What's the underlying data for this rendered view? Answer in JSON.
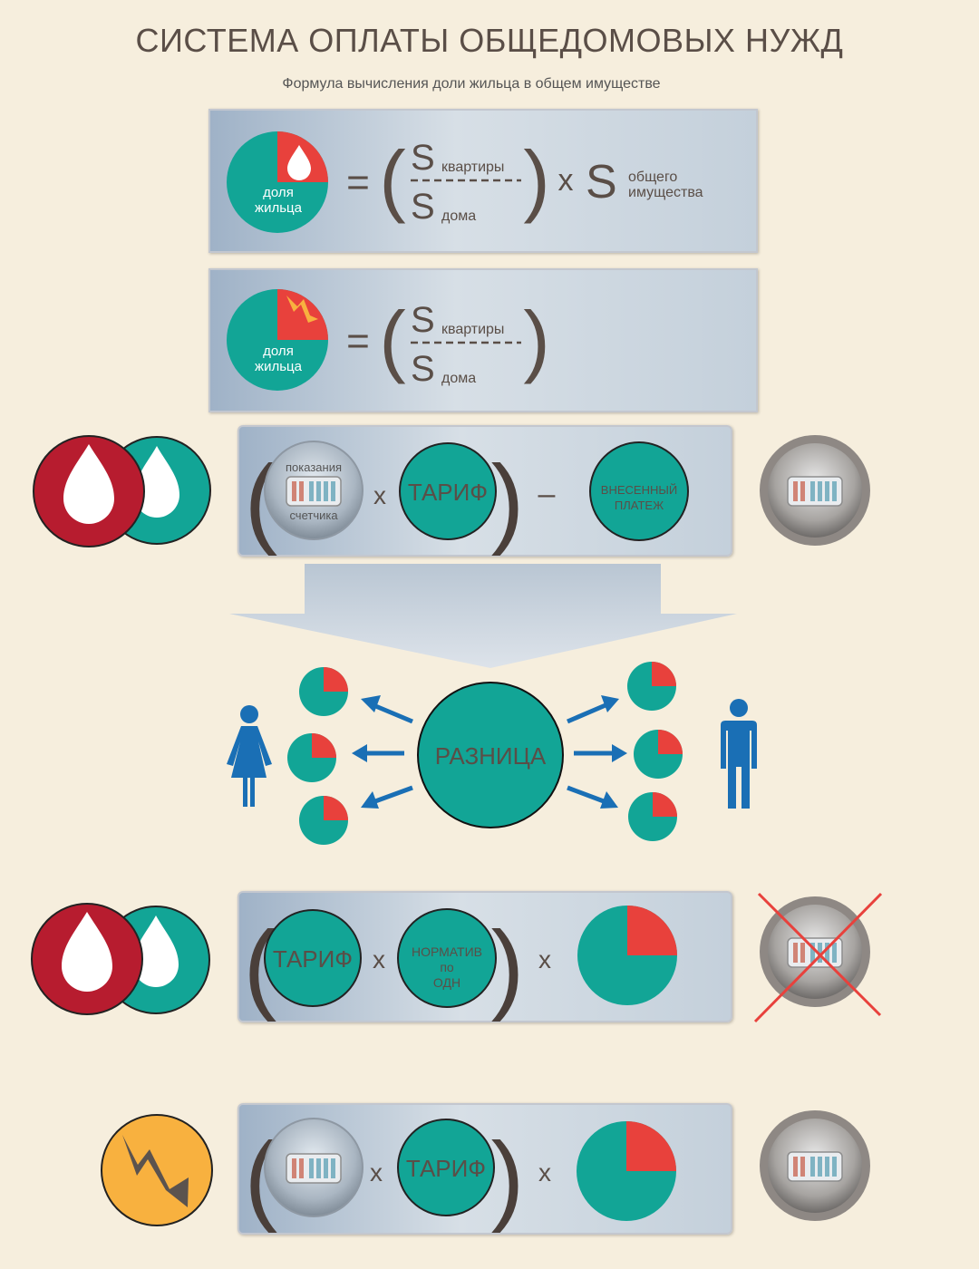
{
  "title": "СИСТЕМА ОПЛАТЫ ОБЩЕДОМОВЫХ НУЖД",
  "subtitle": "Формула вычисления доли жильца в общем имуществе",
  "formula1": {
    "pie_label_line1": "доля",
    "pie_label_line2": "жильца",
    "equals": "=",
    "s": "S",
    "s_apartment": "квартиры",
    "s_house": "дома",
    "fraction_line": "--------",
    "times": "х",
    "s_common_line1": "общего",
    "s_common_line2": "имущества"
  },
  "formula2": {
    "pie_label_line1": "доля",
    "pie_label_line2": "жильца",
    "equals": "=",
    "s": "S",
    "s_apartment": "квартиры",
    "s_house": "дома",
    "fraction_line": "--------"
  },
  "formula3": {
    "meter_top": "показания",
    "meter_bottom": "счетчика",
    "times": "х",
    "tariff": "ТАРИФ",
    "minus": "–",
    "payment_line1": "ВНЕСЕННЫЙ",
    "payment_line2": "ПЛАТЕЖ"
  },
  "difference": "РАЗНИЦА",
  "formula4": {
    "tariff": "ТАРИФ",
    "times": "х",
    "norm_line1": "НОРМАТИВ",
    "norm_line2": "по",
    "norm_line3": "ОДН"
  },
  "formula5": {
    "times": "х",
    "tariff": "ТАРИФ"
  },
  "colors": {
    "teal": "#12a596",
    "red": "#e8413c",
    "dark_red": "#b71c2f",
    "orange": "#f8b13f",
    "blue": "#1a6fb5",
    "background": "#f6eedd"
  }
}
